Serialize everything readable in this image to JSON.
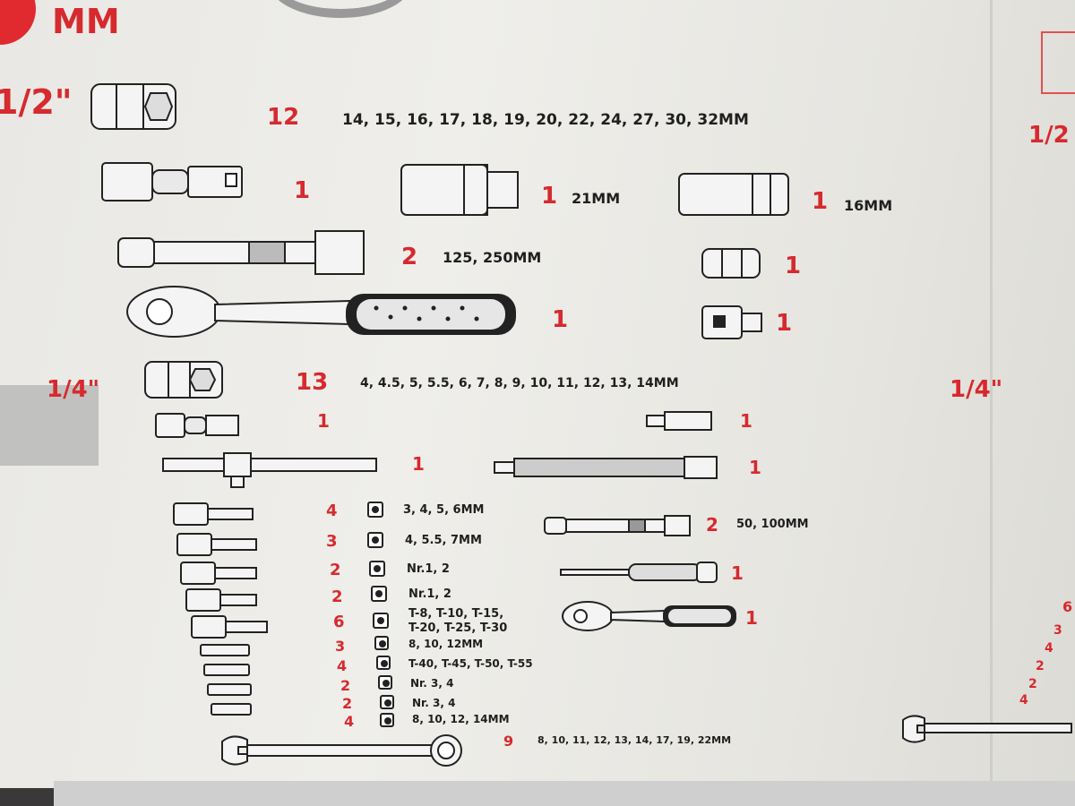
{
  "header": {
    "unit_label": "MM",
    "section_half": "1/2\"",
    "section_quarter": "1/4\"",
    "right_half": "1/2",
    "right_quarter": "1/4\""
  },
  "half_inch": {
    "sockets": {
      "count": "12",
      "sizes": "14, 15, 16, 17, 18, 19, 20, 22, 24, 27, 30, 32MM"
    },
    "ujoint": {
      "count": "1"
    },
    "spark_socket_21": {
      "count": "1",
      "size": "21MM"
    },
    "spark_socket_16": {
      "count": "1",
      "size": "16MM"
    },
    "extension": {
      "count": "2",
      "sizes": "125, 250MM"
    },
    "adapter_small": {
      "count": "1"
    },
    "ratchet": {
      "count": "1"
    },
    "adapter_reducer": {
      "count": "1"
    }
  },
  "quarter_inch": {
    "sockets": {
      "count": "13",
      "sizes": "4, 4.5, 5, 5.5, 6, 7, 8, 9, 10, 11, 12, 13, 14MM"
    },
    "ujoint": {
      "count": "1"
    },
    "adapter": {
      "count": "1"
    },
    "tbar": {
      "count": "1"
    },
    "flex_extension": {
      "count": "1"
    },
    "extension": {
      "count": "2",
      "sizes": "50, 100MM"
    },
    "bit_driver": {
      "count": "1"
    },
    "ratchet": {
      "count": "1"
    }
  },
  "bits": [
    {
      "count": "4",
      "desc": "3, 4, 5, 6MM"
    },
    {
      "count": "3",
      "desc": "4, 5.5, 7MM"
    },
    {
      "count": "2",
      "desc": "Nr.1, 2"
    },
    {
      "count": "2",
      "desc": "Nr.1, 2"
    },
    {
      "count": "6",
      "desc": "T-8, T-10, T-15,",
      "desc2": "T-20, T-25, T-30"
    },
    {
      "count": "3",
      "desc": "8, 10, 12MM"
    },
    {
      "count": "4",
      "desc": "T-40, T-45, T-50, T-55"
    },
    {
      "count": "2",
      "desc": "Nr. 3, 4"
    },
    {
      "count": "2",
      "desc": "Nr. 3, 4"
    },
    {
      "count": "4",
      "desc": "8, 10, 12, 14MM"
    }
  ],
  "wrenches": {
    "count": "9",
    "sizes": "8, 10, 11, 12, 13, 14, 17, 19, 22MM"
  },
  "right_counts": [
    "6",
    "3",
    "4",
    "2",
    "2",
    "4"
  ],
  "colors": {
    "accent_red": "#d62a2e",
    "box": "#ebeae6",
    "ink": "#1f1f1f"
  }
}
